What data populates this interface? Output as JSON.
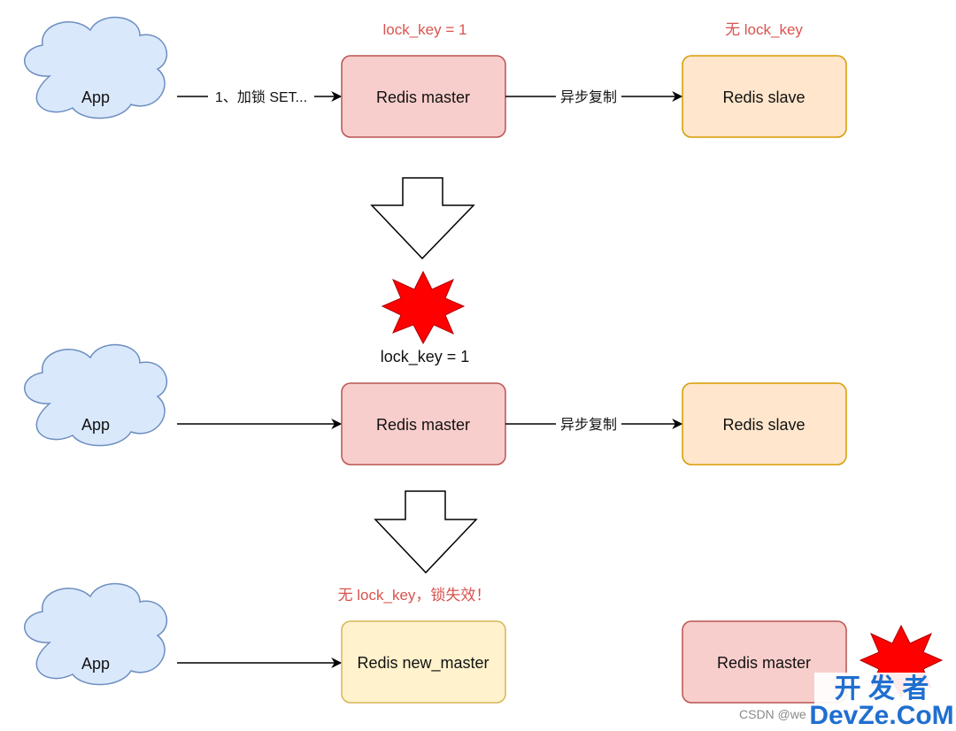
{
  "row1": {
    "app_label": "App",
    "edge_label": "1、加锁 SET...",
    "master_label": "Redis master",
    "master_note": "lock_key = 1",
    "repl_label": "异步复制",
    "slave_label": "Redis slave",
    "slave_note": "无 lock_key"
  },
  "crash_note": "lock_key = 1",
  "row2": {
    "app_label": "App",
    "master_label": "Redis master",
    "repl_label": "异步复制",
    "slave_label": "Redis slave"
  },
  "row3": {
    "app_label": "App",
    "new_master_label": "Redis new_master",
    "new_master_note": "无 lock_key，锁失效！",
    "old_master_label": "Redis master"
  },
  "watermark": {
    "top": "开 发 者",
    "bottom": "DevZe.CoM",
    "csdn": "CSDN @we"
  },
  "colors": {
    "cloud_fill": "#dae8fc",
    "cloud_stroke": "#6c8ebf",
    "master_fill": "#f8cecc",
    "master_stroke": "#b85450",
    "slave_fill": "#ffe6cc",
    "slave_stroke": "#d79b00",
    "new_master_fill": "#fff2cc",
    "new_master_stroke": "#d6b656",
    "burst": "#ff0000",
    "note_red": "#d9534f"
  }
}
